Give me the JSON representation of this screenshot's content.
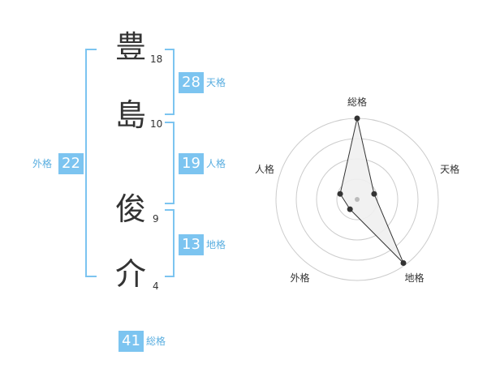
{
  "characters": [
    {
      "char": "豊",
      "strokes": "18"
    },
    {
      "char": "島",
      "strokes": "10"
    },
    {
      "char": "俊",
      "strokes": "9"
    },
    {
      "char": "介",
      "strokes": "4"
    }
  ],
  "kaku": {
    "tenkaku": {
      "value": "28",
      "label": "天格"
    },
    "jinkaku": {
      "value": "19",
      "label": "人格"
    },
    "chikaku": {
      "value": "13",
      "label": "地格"
    },
    "gaikaku": {
      "value": "22",
      "label": "外格"
    },
    "soukaku": {
      "value": "41",
      "label": "総格"
    }
  },
  "radar": {
    "axes": [
      "総格",
      "天格",
      "地格",
      "外格",
      "人格"
    ],
    "values": [
      1.0,
      0.22,
      0.97,
      0.15,
      0.22
    ],
    "colors": {
      "grid": "#cccccc",
      "line": "#333333",
      "fill": "#f0f0f0",
      "center": "#bbbbbb"
    }
  },
  "colors": {
    "accent": "#7cc4f0",
    "accent_text": "#5aaee0"
  }
}
